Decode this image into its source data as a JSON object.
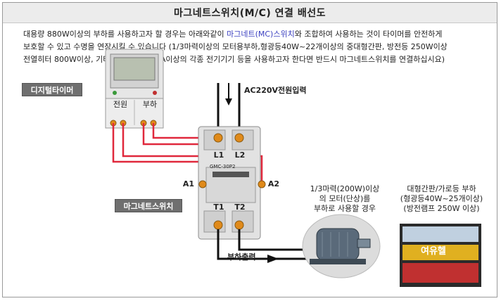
{
  "title": "마그네트스위치(M/C) 연결 배선도",
  "description": {
    "line1_a": "대용량 880W이상의 부하를 사용하고자 할 경우는 아래와같이 ",
    "line1_hl": "마그네트(MC)스위치",
    "line1_b": "와 조합하여 사용하는 것이 타이머를 안전하게",
    "line2": "보호할 수 있고 수명을 연장시킬 수 있습니다 (1/3마력이상의 모터용부하,형광등40W~22개이상의 중대형간판, 방전등 250W이상",
    "line3": "전열히터 800W이상, 기타 저항성부하 16A이상의 각종 전기기기 등을 사용하고자 한다면 반드시 마그네트스위치를 연결하십시요)"
  },
  "timer": {
    "tag": "디지털타이머",
    "power_label": "전원",
    "load_label": "부하"
  },
  "contactor": {
    "tag": "마그네트스위치",
    "model": "GMC-30P2",
    "terminals": {
      "l1": "L1",
      "l2": "L2",
      "a1": "A1",
      "a2": "A2",
      "t1": "T1",
      "t2": "T2"
    }
  },
  "input_label": "AC220V전원입력",
  "output_label": "부하출력",
  "motor_caption": [
    "1/3마력(200W)이상",
    "의 모터(단상)를",
    "부하로 사용할 경우"
  ],
  "sign_caption": [
    "대형간판/가로등 부하",
    "(형광등40W~25개이상)",
    "(방전램프 250W 이상)"
  ],
  "sign_text": "여유헬",
  "colors": {
    "wire": "#e0283c",
    "terminal": "#e08a1a",
    "tag": "#6f6f6f"
  }
}
